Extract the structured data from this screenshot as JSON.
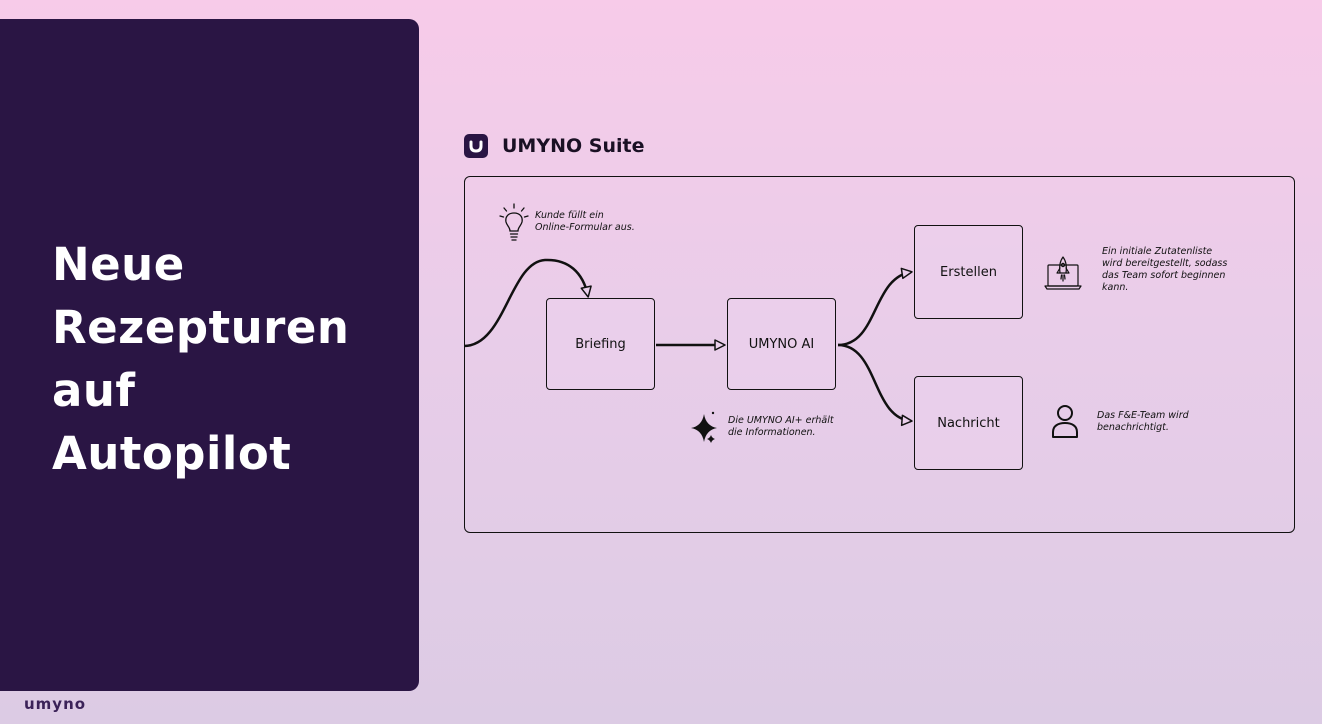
{
  "headline": [
    "Neue",
    "Rezepturen",
    "auf",
    "Autopilot"
  ],
  "footer_logo": "umyno",
  "suite": {
    "title": "UMYNO Suite"
  },
  "nodes": {
    "briefing": "Briefing",
    "umyno_ai": "UMYNO AI",
    "erstellen": "Erstellen",
    "nachricht": "Nachricht"
  },
  "notes": {
    "kunde": "Kunde füllt ein\nOnline-Formular aus.",
    "ai": "Die UMYNO AI+ erhält\ndie Informationen.",
    "zutaten": "Ein initiale Zutatenliste\nwird bereitgestellt, sodass\ndas Team sofort beginnen\nkann.",
    "team": "Das F&E-Team wird\nbenachrichtigt."
  },
  "icons": {
    "kunde": "lightbulb-icon",
    "ai": "sparkle-icon",
    "zutaten": "rocket-laptop-icon",
    "team": "user-icon"
  },
  "colors": {
    "panel": "#2a1544",
    "background_top": "#f7cbe9",
    "background_bottom": "#dccbe4"
  }
}
